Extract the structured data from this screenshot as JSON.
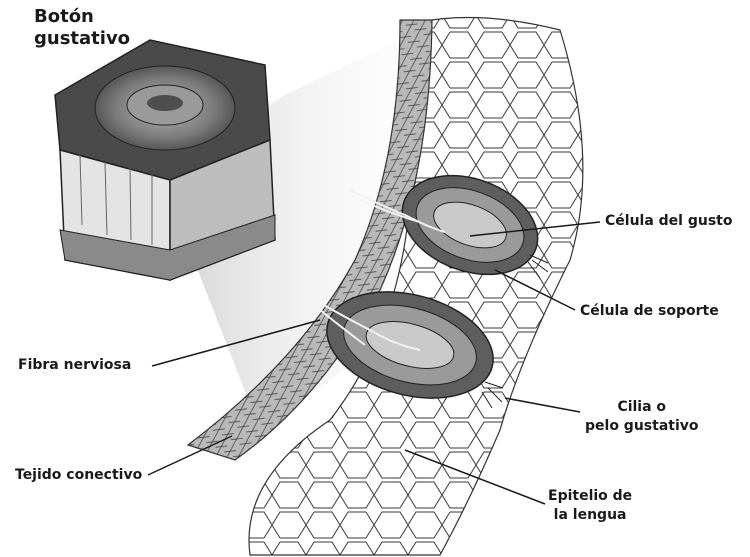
{
  "title": {
    "line1": "Botón",
    "line2": "gustativo"
  },
  "labels": {
    "taste_cell": "Célula del gusto",
    "support_cell": "Célula de soporte",
    "nerve_fiber": "Fibra nerviosa",
    "cilia_line1": "Cilia o",
    "cilia_line2": "pelo gustativo",
    "connective_tissue": "Tejido conectivo",
    "epithelium_line1": "Epitelio de",
    "epithelium_line2": "la lengua"
  },
  "colors": {
    "outline": "#2b2b2b",
    "dark_fill": "#5e5e5e",
    "mid_fill": "#8c8c8c",
    "light_fill": "#c4c4c4",
    "cell_fill": "#ffffff",
    "zoom_cone": "#d8d8d8"
  }
}
